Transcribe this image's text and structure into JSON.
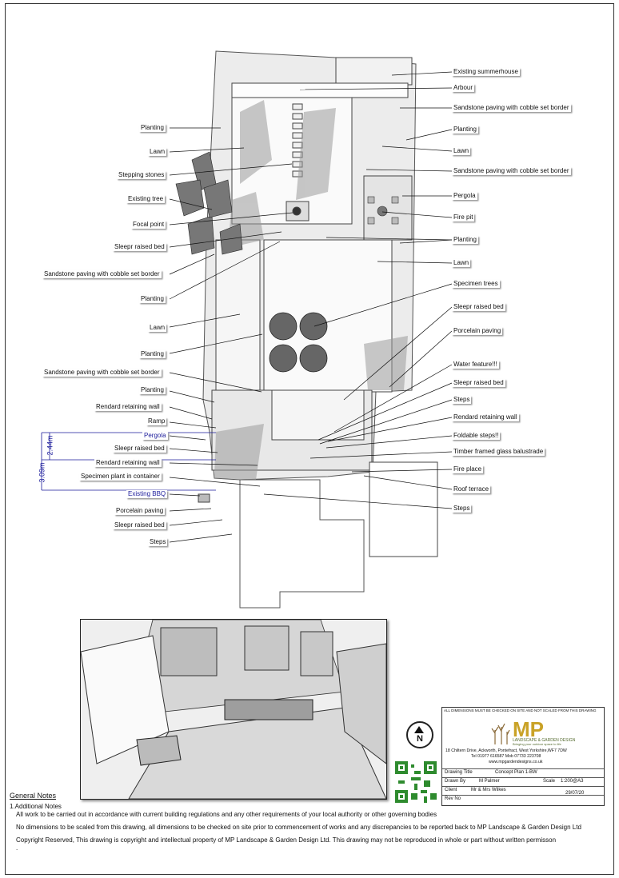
{
  "drawing": {
    "callouts_right": [
      "Existing summerhouse",
      "Arbour",
      "Sandstone paving with cobble set border",
      "Planting",
      "Lawn",
      "Sandstone paving with cobble set border",
      "Pergola",
      "Fire pit",
      "Planting",
      "Lawn",
      "Specimen trees",
      "Sleepr raised bed",
      "Porcelain paving",
      "Water feature!!!",
      "Sleepr raised bed",
      "Steps",
      "Rendard retaining wall",
      "Foldable steps!!",
      "Timber framed glass balustrade",
      "Fire place",
      "Roof terrace",
      "Steps"
    ],
    "callouts_left": [
      "Planting",
      "Lawn",
      "Stepping stones",
      "Existing tree",
      "Focal point",
      "Sleepr raised bed",
      "Sandstone paving with cobble set border",
      "Planting",
      "Lawn",
      "Planting",
      "Sandstone paving with cobble set border",
      "Planting",
      "Rendard retaining wall",
      "Ramp",
      "Pergola",
      "Sleepr raised bed",
      "Rendard retaining wall",
      "Specimen plant in container",
      "Existing BBQ",
      "Porcelain paving",
      "Sleepr raised bed",
      "Steps"
    ],
    "blue_callouts": [
      "Pergola",
      "Existing BBQ"
    ],
    "dimensions": [
      "2.44m",
      "3.09m"
    ],
    "north_label": "N"
  },
  "title_block": {
    "disclaimer": "ALL DIMENSIONS MUST BE CHECKED ON SITE AND NOT SCALED FROM THIS DRAWING",
    "logo": "MP",
    "company": "LANDSCAPE & GARDEN DESIGN",
    "tagline": "Bringing your outdoor space to life",
    "address": "18 Chiltern Drive, Ackworth, Pontefract, West Yorkshire,WF7 7DW",
    "phone": "Tel 01977 616587  Mob 07733 223708",
    "web": "www.mpgardendesigns.co.uk",
    "rows": {
      "drawing_title_label": "Drawing Title",
      "drawing_title": "Concept Plan 1-BW",
      "drawn_by_label": "Drawn By",
      "drawn_by": "M Palmer",
      "scale_label": "Scale",
      "scale": "1:200@A3",
      "client_label": "Client",
      "client": "Mr & Mrs Wilkes",
      "rev_label": "Rev No",
      "date": "29/07/20"
    }
  },
  "notes": {
    "heading": "General Notes",
    "sub": "1.Additional Notes",
    "lines": [
      "All work to be carried out in accordance with current building regulations and any other requirements of your local authority or other governing bodies",
      "No dimensions to be scaled from this drawing, all dimensions to be checked on site prior to commencement of works and any discrepancies to be reported back to MP Landscape & Garden Design Ltd",
      "Copyright Reserved, This drawing is copyright and intellectual property of MP Landscape & Garden Design Ltd. This drawing may not be reproduced in whole or part without written permisson",
      "."
    ]
  }
}
